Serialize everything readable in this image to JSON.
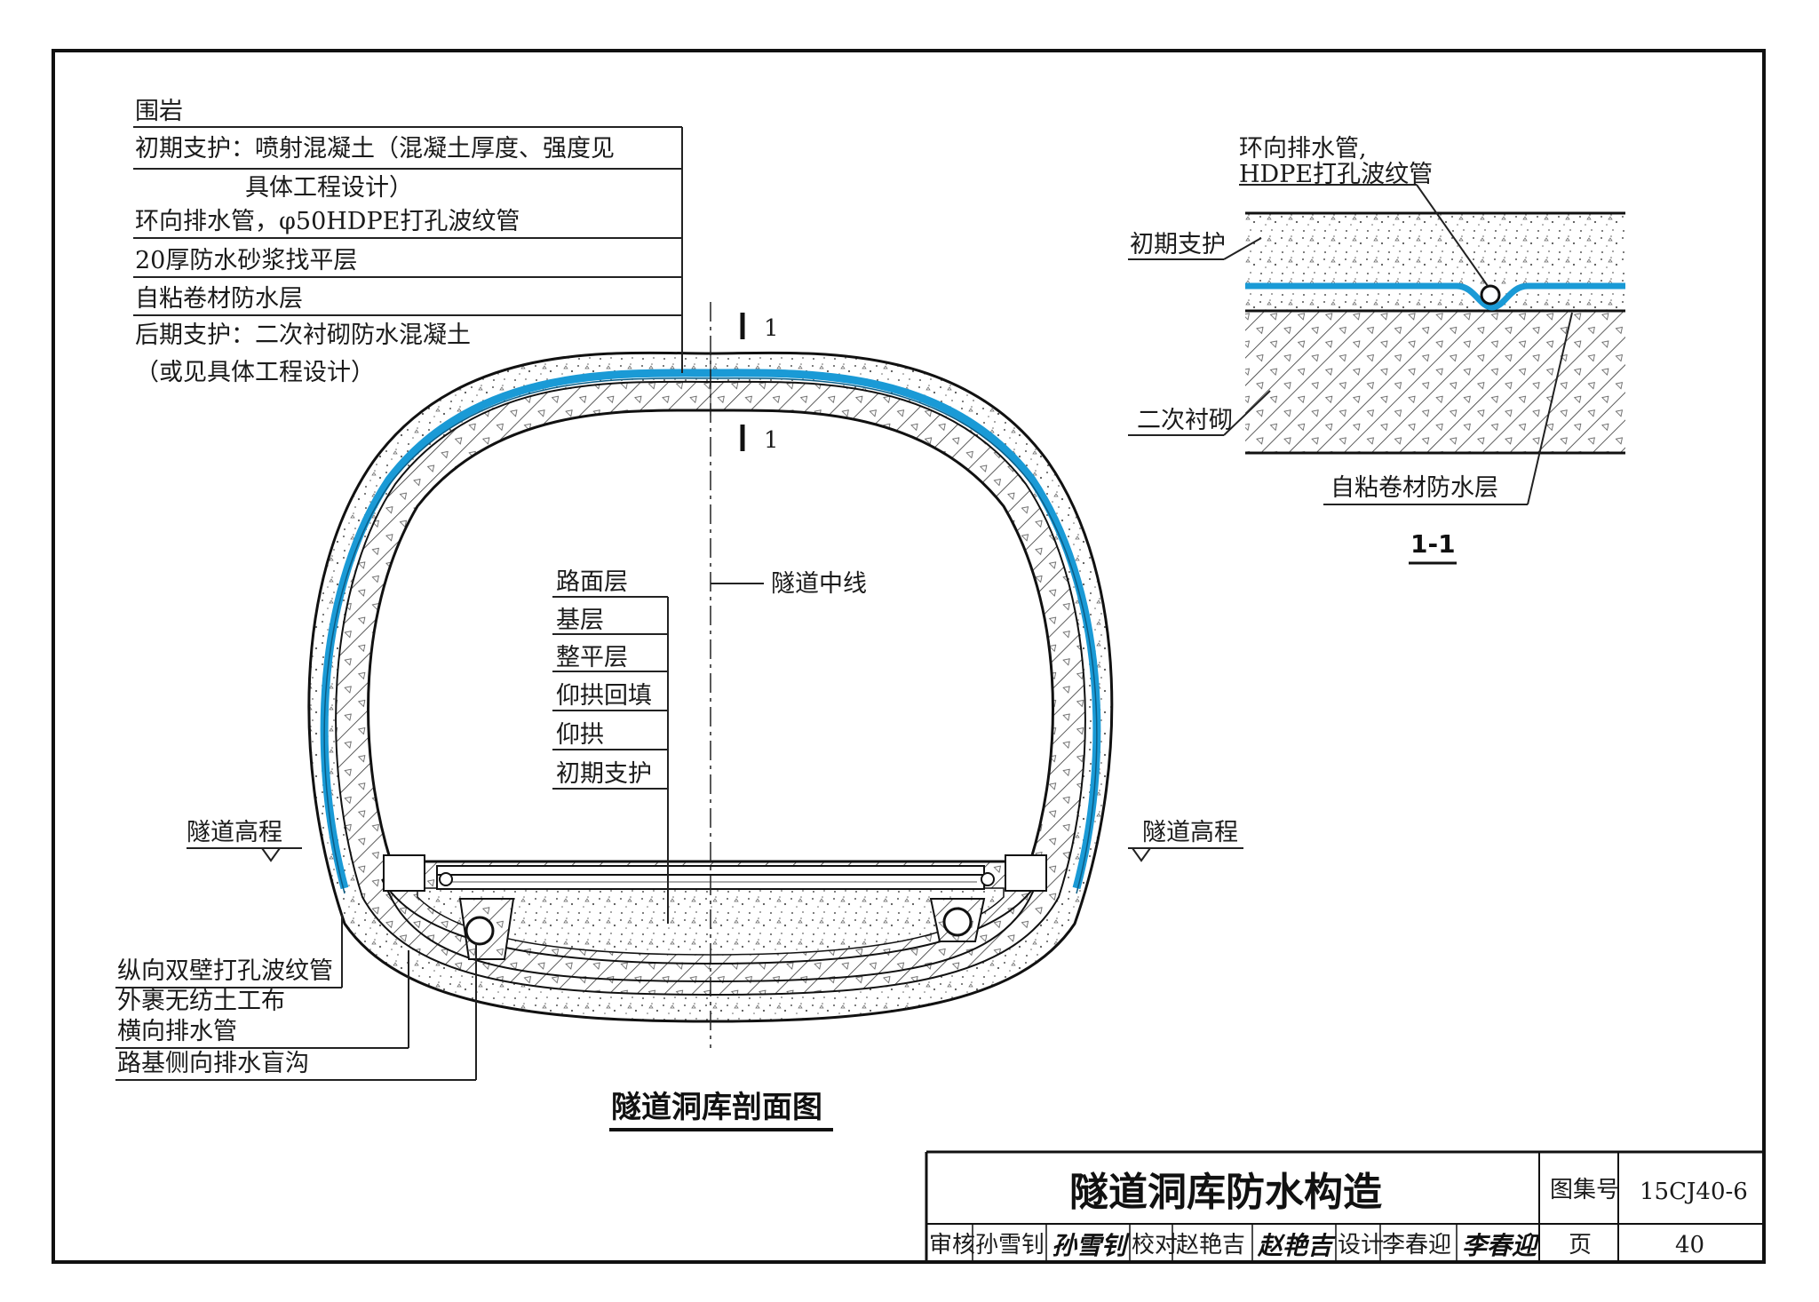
{
  "colors": {
    "waterproof_layer": "#1a9ad6",
    "line": "#222222",
    "paper": "#ffffff"
  },
  "main_section": {
    "title": "隧道洞库剖面图",
    "centerline_label": "隧道中线",
    "elevation_left": "隧道高程",
    "elevation_right": "隧道高程",
    "section_marker": "1",
    "lining_callouts": [
      "围岩",
      "初期支护：喷射混凝土（混凝土厚度、强度见",
      "具体工程设计）",
      "环向排水管，φ50HDPE打孔波纹管",
      "20厚防水砂浆找平层",
      "自粘卷材防水层",
      "后期支护：二次衬砌防水混凝土",
      "（或见具体工程设计）"
    ],
    "floor_callouts": [
      "路面层",
      "基层",
      "整平层",
      "仰拱回填",
      "仰拱",
      "初期支护"
    ],
    "drain_callouts": [
      "纵向双壁打孔波纹管",
      "外裹无纺土工布",
      "横向排水管",
      "路基侧向排水盲沟"
    ]
  },
  "detail_section": {
    "title": "1-1",
    "pipe_label_1": "环向排水管,",
    "pipe_label_2": "HDPE打孔波纹管",
    "initial_support": "初期支护",
    "secondary_lining": "二次衬砌",
    "membrane": "自粘卷材防水层"
  },
  "title_block": {
    "title": "隧道洞库防水构造",
    "atlas_label": "图集号",
    "atlas_no": "15CJ40-6",
    "review_label": "审核",
    "reviewer": "孙雪钊",
    "reviewer_sig": "孙雪钊",
    "check_label": "校对",
    "checker": "赵艳吉",
    "checker_sig": "赵艳吉",
    "design_label": "设计",
    "designer": "李春迎",
    "designer_sig": "李春迎",
    "page_label": "页",
    "page_no": "40"
  }
}
